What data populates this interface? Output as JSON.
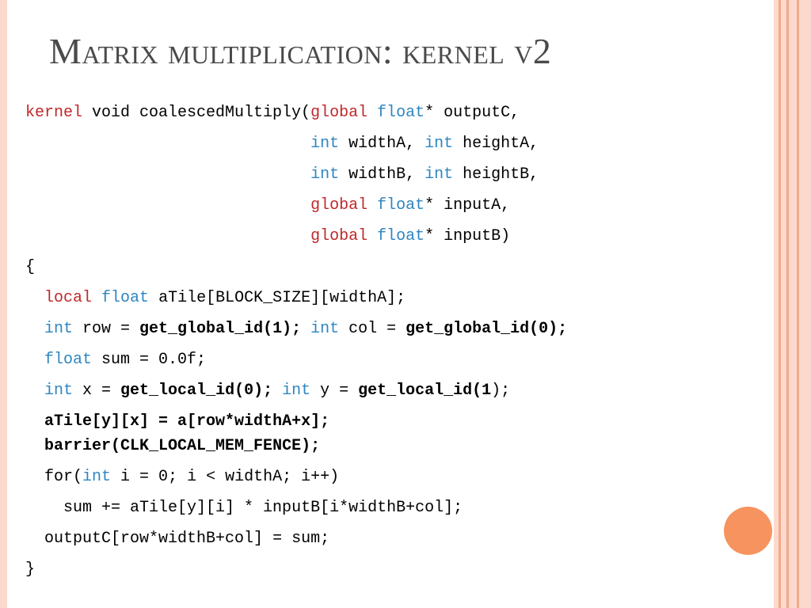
{
  "slide": {
    "title": "Matrix multiplication: kernel v2"
  },
  "colors": {
    "keyword_red": "#c0282a",
    "keyword_blue": "#2e86c1",
    "accent_orange": "#f7935e",
    "stripe_light": "#fbd9cc",
    "stripe_mid": "#f4a98a"
  },
  "code": {
    "l1": {
      "a": "kernel",
      "b": " void coalescedMultiply(",
      "c": "global",
      "d": " ",
      "e": "float",
      "f": "* outputC,"
    },
    "l2": {
      "pad": "                              ",
      "a": "int",
      "b": " widthA, ",
      "c": "int",
      "d": " heightA,"
    },
    "l3": {
      "pad": "                              ",
      "a": "int",
      "b": " widthB, ",
      "c": "int",
      "d": " heightB,"
    },
    "l4": {
      "pad": "                              ",
      "a": "global",
      "b": " ",
      "c": "float",
      "d": "* inputA,"
    },
    "l5": {
      "pad": "                              ",
      "a": "global",
      "b": " ",
      "c": "float",
      "d": "* inputB)"
    },
    "l6": {
      "a": "{"
    },
    "l7": {
      "pad": "  ",
      "a": "local",
      "b": " ",
      "c": "float",
      "d": " aTile[BLOCK_SIZE][widthA];"
    },
    "l8": {
      "pad": "  ",
      "a": "int",
      "b": " row = ",
      "c": "get_global_id(1);",
      "d": " ",
      "e": "int",
      "f": " col = ",
      "g": "get_global_id(0);"
    },
    "l9": {
      "pad": "  ",
      "a": "float",
      "b": " sum = 0.0f;"
    },
    "l10": {
      "pad": "  ",
      "a": "int",
      "b": " x = ",
      "c": "get_local_id(0);",
      "d": " ",
      "e": "int",
      "f": " y = ",
      "g": "get_local_id(1",
      "h": ");"
    },
    "l11": {
      "pad": "  ",
      "a": "aTile[y][x] = a[row*widthA+x];"
    },
    "l12": {
      "pad": "  ",
      "a": "barrier(CLK_LOCAL_MEM_FENCE);"
    },
    "l13": {
      "pad": "  ",
      "a": "for(",
      "b": "int",
      "c": " i = 0; i < widthA; i++)"
    },
    "l14": {
      "pad": "    ",
      "a": "sum += aTile[y][i] * inputB[i*widthB+col];"
    },
    "l15": {
      "pad": "  ",
      "a": "outputC[row*widthB+col] = sum;"
    },
    "l16": {
      "a": "}"
    }
  }
}
